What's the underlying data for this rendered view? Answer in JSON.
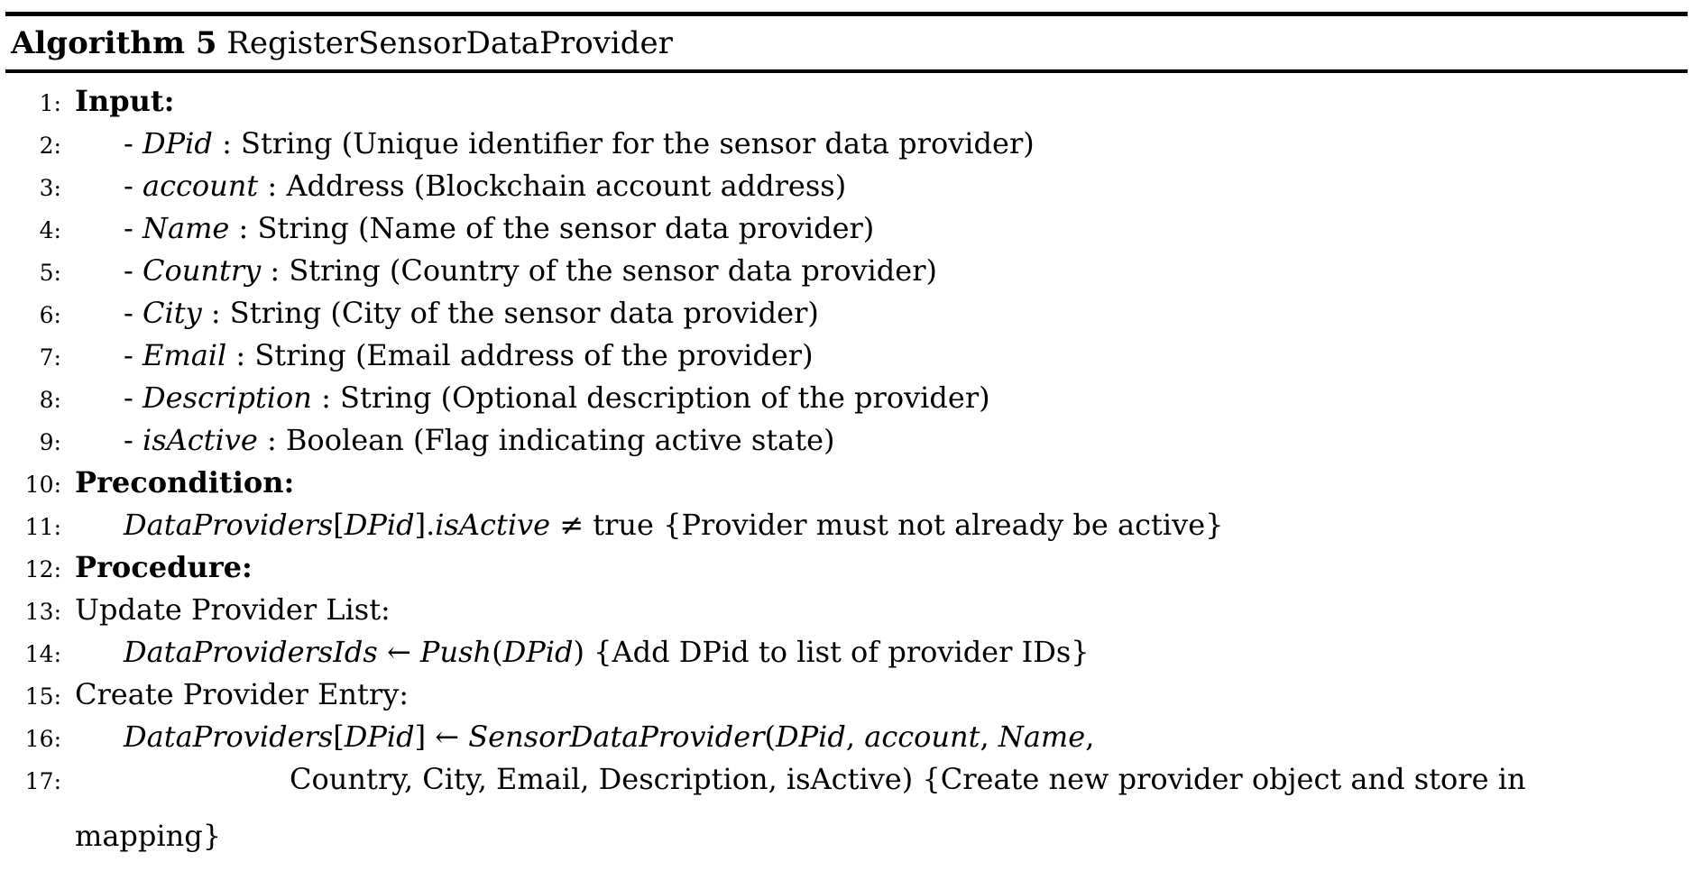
{
  "header": {
    "label": "Algorithm 5",
    "title": "RegisterSensorDataProvider"
  },
  "lines": [
    {
      "num": "1:",
      "indent": 0,
      "segments": [
        {
          "style": "bold",
          "text": "Input:"
        }
      ]
    },
    {
      "num": "2:",
      "indent": 1,
      "segments": [
        {
          "style": "normal",
          "text": "- "
        },
        {
          "style": "italic",
          "text": "DPid"
        },
        {
          "style": "normal",
          "text": " : String (Unique identifier for the sensor data provider)"
        }
      ]
    },
    {
      "num": "3:",
      "indent": 1,
      "segments": [
        {
          "style": "normal",
          "text": "- "
        },
        {
          "style": "italic",
          "text": "account"
        },
        {
          "style": "normal",
          "text": " : Address (Blockchain account address)"
        }
      ]
    },
    {
      "num": "4:",
      "indent": 1,
      "segments": [
        {
          "style": "normal",
          "text": "- "
        },
        {
          "style": "italic",
          "text": "Name"
        },
        {
          "style": "normal",
          "text": " : String (Name of the sensor data provider)"
        }
      ]
    },
    {
      "num": "5:",
      "indent": 1,
      "segments": [
        {
          "style": "normal",
          "text": "- "
        },
        {
          "style": "italic",
          "text": "Country"
        },
        {
          "style": "normal",
          "text": " : String (Country of the sensor data provider)"
        }
      ]
    },
    {
      "num": "6:",
      "indent": 1,
      "segments": [
        {
          "style": "normal",
          "text": "- "
        },
        {
          "style": "italic",
          "text": "City"
        },
        {
          "style": "normal",
          "text": " : String (City of the sensor data provider)"
        }
      ]
    },
    {
      "num": "7:",
      "indent": 1,
      "segments": [
        {
          "style": "normal",
          "text": "- "
        },
        {
          "style": "italic",
          "text": "Email"
        },
        {
          "style": "normal",
          "text": " : String (Email address of the provider)"
        }
      ]
    },
    {
      "num": "8:",
      "indent": 1,
      "segments": [
        {
          "style": "normal",
          "text": "- "
        },
        {
          "style": "italic",
          "text": "Description"
        },
        {
          "style": "normal",
          "text": " : String (Optional description of the provider)"
        }
      ]
    },
    {
      "num": "9:",
      "indent": 1,
      "segments": [
        {
          "style": "normal",
          "text": "- "
        },
        {
          "style": "italic",
          "text": "isActive"
        },
        {
          "style": "normal",
          "text": " : Boolean (Flag indicating active state)"
        }
      ]
    },
    {
      "num": "10:",
      "indent": 0,
      "segments": [
        {
          "style": "bold",
          "text": "Precondition:"
        }
      ]
    },
    {
      "num": "11:",
      "indent": 1,
      "segments": [
        {
          "style": "italic",
          "text": "DataProviders"
        },
        {
          "style": "normal",
          "text": "["
        },
        {
          "style": "italic",
          "text": "DPid"
        },
        {
          "style": "normal",
          "text": "]."
        },
        {
          "style": "italic",
          "text": "isActive"
        },
        {
          "style": "normal",
          "text": " ≠ true {Provider must not already be active}"
        }
      ]
    },
    {
      "num": "12:",
      "indent": 0,
      "segments": [
        {
          "style": "bold",
          "text": "Procedure:"
        }
      ]
    },
    {
      "num": "13:",
      "indent": 0,
      "segments": [
        {
          "style": "normal",
          "text": "Update Provider List:"
        }
      ]
    },
    {
      "num": "14:",
      "indent": 1,
      "segments": [
        {
          "style": "italic",
          "text": "DataProvidersIds"
        },
        {
          "style": "normal",
          "text": " ← "
        },
        {
          "style": "italic",
          "text": "Push"
        },
        {
          "style": "normal",
          "text": "("
        },
        {
          "style": "italic",
          "text": "DPid"
        },
        {
          "style": "normal",
          "text": ") {Add DPid to list of provider IDs}"
        }
      ]
    },
    {
      "num": "15:",
      "indent": 0,
      "segments": [
        {
          "style": "normal",
          "text": "Create Provider Entry:"
        }
      ]
    },
    {
      "num": "16:",
      "indent": 1,
      "segments": [
        {
          "style": "italic",
          "text": "DataProviders"
        },
        {
          "style": "normal",
          "text": "["
        },
        {
          "style": "italic",
          "text": "DPid"
        },
        {
          "style": "normal",
          "text": "] ← "
        },
        {
          "style": "italic",
          "text": "SensorDataProvider"
        },
        {
          "style": "normal",
          "text": "("
        },
        {
          "style": "italic",
          "text": "DPid"
        },
        {
          "style": "normal",
          "text": ", "
        },
        {
          "style": "italic",
          "text": "account"
        },
        {
          "style": "normal",
          "text": ", "
        },
        {
          "style": "italic",
          "text": "Name"
        },
        {
          "style": "normal",
          "text": ","
        }
      ]
    },
    {
      "num": "17:",
      "indent": 2,
      "segments": [
        {
          "style": "normal",
          "text": "Country, City, Email, Description, isActive) {Create new provider object and store in"
        }
      ]
    },
    {
      "num": "",
      "indent": 0,
      "cont": true,
      "segments": [
        {
          "style": "normal",
          "text": "mapping}"
        }
      ]
    }
  ]
}
